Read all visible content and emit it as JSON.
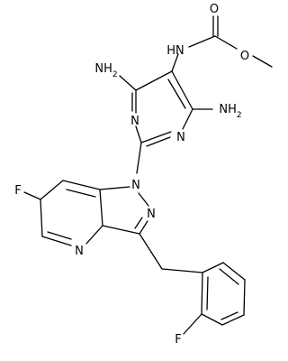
{
  "molecule": {
    "atom_labels": [
      {
        "id": "o_carbonyl",
        "text": "O"
      },
      {
        "id": "nh_carbamate",
        "text": "HN"
      },
      {
        "id": "o_ester",
        "text": "O"
      },
      {
        "id": "nh2_left",
        "text": "NH2"
      },
      {
        "id": "nh2_right",
        "text": "NH2"
      },
      {
        "id": "n_pyrimidine_left",
        "text": "N"
      },
      {
        "id": "n_pyrimidine_right",
        "text": "N"
      },
      {
        "id": "n1_pyrazole",
        "text": "N"
      },
      {
        "id": "n2_pyrazole",
        "text": "N"
      },
      {
        "id": "n_pyridine",
        "text": "N"
      },
      {
        "id": "f_pyridine",
        "text": "F"
      },
      {
        "id": "f_phenyl",
        "text": "F"
      }
    ]
  }
}
